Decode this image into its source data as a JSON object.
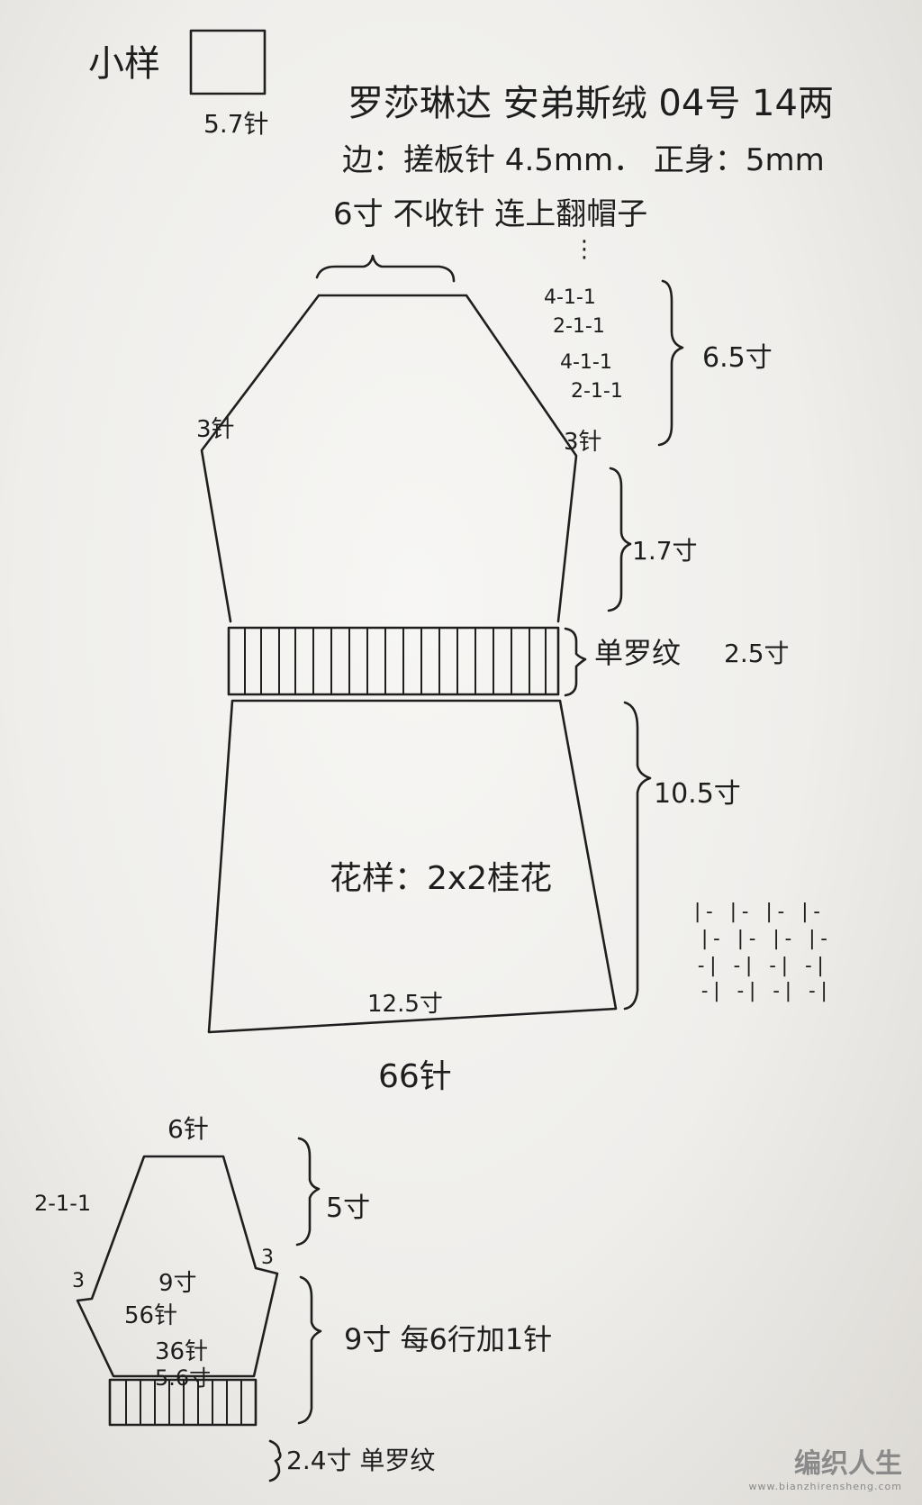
{
  "header": {
    "swatch_label": "小样",
    "swatch_gauge": "5.7针",
    "title": "罗莎琳达 安弟斯绒 04号 14两",
    "needles": "边：搓板针 4.5mm．  正身：5mm"
  },
  "body_piece": {
    "neck_note": "6寸 不收针 连上翻帽子",
    "raglan_dots": "⋮",
    "raglan_steps": [
      "4-1-1",
      "2-1-1",
      "4-1-1",
      "2-1-1"
    ],
    "raglan_height": "6.5寸",
    "armhole_left": "3针",
    "armhole_right": "3针",
    "chest_height": "1.7寸",
    "waist_rib_label": "单罗纹",
    "waist_rib_height": "2.5寸",
    "skirt_height": "10.5寸",
    "skirt_pattern": "花样：2x2桂花",
    "hem_width": "12.5寸",
    "cast_on": "66针"
  },
  "sleeve_piece": {
    "top_stitches": "6针",
    "cap_step": "2-1-1",
    "cap_height": "5寸",
    "armhole_left": "3",
    "armhole_right": "3",
    "upper_width": "9寸",
    "upper_stitches": "56针",
    "body_height": "9寸 每6行加1针",
    "lower_stitches": "36针",
    "lower_width": "5.6寸",
    "cuff_note": "2.4寸 单罗纹"
  },
  "moss_chart": {
    "rows": [
      "|- |- |- |-",
      "|- |- |- |-",
      "-| -| -| -|",
      "-| -| -| -|"
    ]
  },
  "watermark": {
    "logo_text": "编织人生",
    "url": "www.bianzhirensheng.com"
  }
}
